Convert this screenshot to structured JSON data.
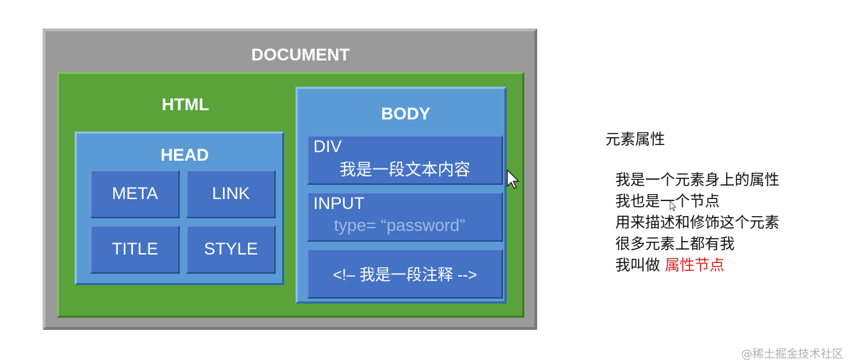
{
  "diagram": {
    "document": "DOCUMENT",
    "html": "HTML",
    "head": "HEAD",
    "head_items": [
      "META",
      "LINK",
      "TITLE",
      "STYLE"
    ],
    "body": "BODY",
    "div": {
      "tag": "DIV",
      "content": "我是一段文本内容"
    },
    "input": {
      "tag": "INPUT",
      "attr": "type= “password”"
    },
    "comment": "<!– 我是一段注释 -->"
  },
  "notes": {
    "title": "元素属性",
    "lines": [
      "我是一个元素身上的属性",
      "我也是一个节点",
      "用来描述和修饰这个元素",
      "很多元素上都有我"
    ],
    "last_prefix": "我叫做 ",
    "last_highlight": "属性节点"
  },
  "watermark": "@稀土掘金技术社区",
  "colors": {
    "document": "#9a9a9a",
    "html": "#5aa33b",
    "container": "#5b9bd5",
    "tile": "#4472c4",
    "highlight": "#e02020"
  }
}
